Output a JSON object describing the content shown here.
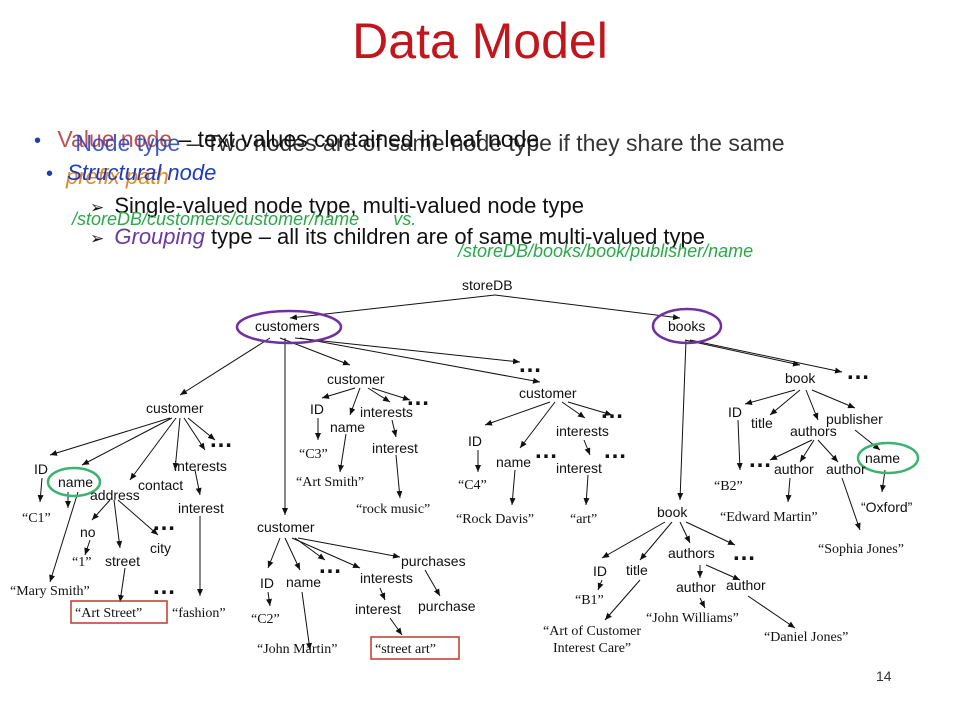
{
  "slide": {
    "title": "Data Model",
    "page_number": "14",
    "bullets": {
      "value_node_term": "Value node",
      "value_node_rest": " – text values contained in leaf node",
      "node_type_term": "Node type",
      "node_type_rest": " – Two nodes are of same node type if they share the same",
      "prefix_path": "prefix path",
      "structural_node": "Structural node",
      "sub1": "Single-valued node type, multi-valued node type",
      "grouping_term": "Grouping",
      "grouping_rest": " type – all its children are of same multi-valued type",
      "path_example_1": "/storeDB/customers/customer/name",
      "path_vs": "vs.",
      "path_example_2": "/storeDB/books/book/publisher/name"
    }
  },
  "tree": {
    "labels": {
      "root": "storeDB",
      "customers": "customers",
      "books": "books",
      "c1_customer": "customer",
      "c1_id": "ID",
      "c1_name": "name",
      "c1_address": "address",
      "c1_contact": "contact",
      "c1_interests": "interests",
      "c1_no": "no",
      "c1_street": "street",
      "c1_city": "city",
      "c1_interest": "interest",
      "c3_customer": "customer",
      "c3_id": "ID",
      "c3_name": "name",
      "c3_interests": "interests",
      "c3_interest": "interest",
      "c4_customer": "customer",
      "c4_id": "ID",
      "c4_name": "name",
      "c4_interests": "interests",
      "c4_interest": "interest",
      "c2_customer": "customer",
      "c2_id": "ID",
      "c2_name": "name",
      "c2_interests": "interests",
      "c2_interest": "interest",
      "c2_purchases": "purchases",
      "c2_purchase": "purchase",
      "b2_book": "book",
      "b2_id": "ID",
      "b2_title": "title",
      "b2_authors": "authors",
      "b2_publisher": "publisher",
      "b2_author1": "author",
      "b2_author2": "author",
      "b2_pubname": "name",
      "b1_book": "book",
      "b1_id": "ID",
      "b1_title": "title",
      "b1_authors": "authors",
      "b1_author1": "author",
      "b1_author2": "author"
    },
    "values": {
      "c1_id": "“C1”",
      "c1_name": "“Mary Smith”",
      "c1_no": "“1”",
      "c1_street": "“Art Street”",
      "c1_interest": "“fashion”",
      "c3_id": "“C3”",
      "c3_name": "“Art Smith”",
      "c3_interest": "“rock music”",
      "c4_id": "“C4”",
      "c4_name": "“Rock Davis”",
      "c4_interest": "“art”",
      "c2_id": "“C2”",
      "c2_name": "“John Martin”",
      "c2_interest": "“street art”",
      "b2_id": "“B2”",
      "b2_author1": "“Edward Martin”",
      "b2_author2": "“Sophia Jones”",
      "b2_pubname": "“Oxford”",
      "b1_id": "“B1”",
      "b1_title_line1": "“Art of Customer",
      "b1_title_line2": "Interest Care”",
      "b1_author1": "“John Williams”",
      "b1_author2": "“Daniel Jones”"
    },
    "ellipsis": "…",
    "colors": {
      "title": "#c0161c",
      "highlight_ellipse": "#7030a0",
      "highlight_ellipse_green": "#3cb371",
      "highlight_box": "#c0392b"
    }
  }
}
